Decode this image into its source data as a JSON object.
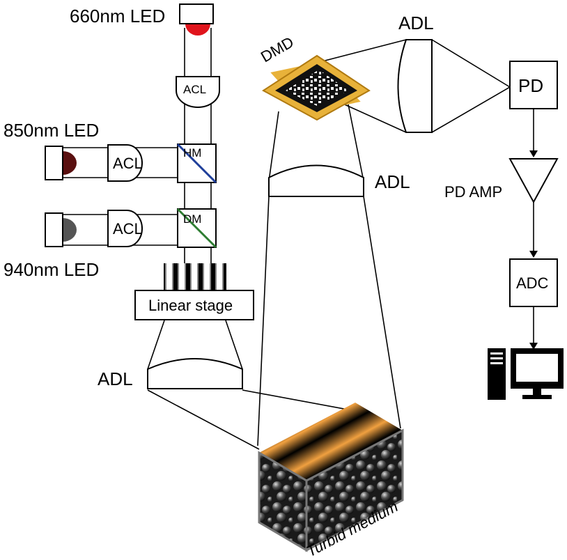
{
  "labels": {
    "led_660": "660nm LED",
    "led_850": "850nm LED",
    "led_940": "940nm LED",
    "acl_top": "ACL",
    "acl_mid": "ACL",
    "acl_low": "ACL",
    "hm": "HM",
    "dm": "DM",
    "linear_stage": "Linear stage",
    "adl_left": "ADL",
    "adl_center": "ADL",
    "adl_top": "ADL",
    "dmd": "DMD",
    "pd": "PD",
    "pd_amp": "PD AMP",
    "adc": "ADC",
    "turbid_medium": "Turbid medium"
  },
  "colors": {
    "led_660": "#e0141c",
    "led_850": "#5a1010",
    "led_940": "#555555",
    "hm_mirror": "#1f3f9a",
    "dm_mirror": "#2e7d32",
    "dmd_frame": "#e8b23a",
    "fringe_orange": "#f0a040"
  },
  "icons": {
    "computer": "desktop-computer-icon",
    "amplifier": "triangle-amplifier-icon"
  }
}
